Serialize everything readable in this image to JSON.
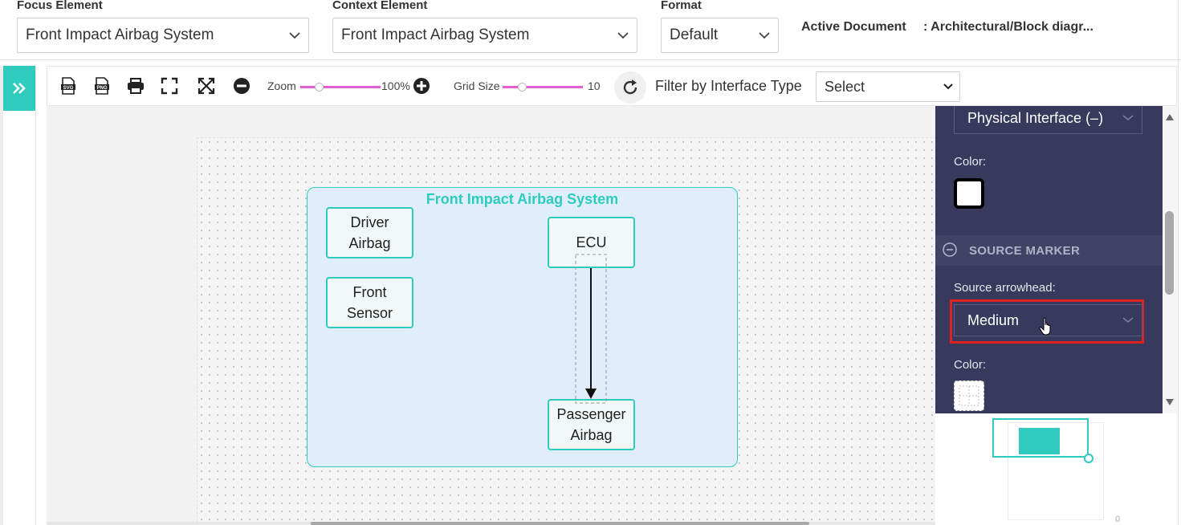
{
  "header": {
    "focus": {
      "label": "Focus Element",
      "value": "Front Impact Airbag System"
    },
    "context": {
      "label": "Context Element",
      "value": "Front Impact Airbag System"
    },
    "format": {
      "label": "Format",
      "value": "Default"
    },
    "active_document": {
      "label": "Active Document",
      "value": ": Architectural/Block diagr..."
    }
  },
  "toolbar": {
    "zoom_label": "Zoom",
    "zoom_value": "100%",
    "grid_label": "Grid Size",
    "grid_value": "10",
    "filter_label": "Filter by Interface Type",
    "filter_value": "Select",
    "icons": [
      "svg-export-icon",
      "png-export-icon",
      "print-icon",
      "fit-screen-icon",
      "expand-icon",
      "zoom-out-icon",
      "zoom-in-icon",
      "refresh-icon"
    ]
  },
  "diagram": {
    "system_title": "Front Impact Airbag System",
    "blocks": {
      "driver_airbag": {
        "line1": "Driver",
        "line2": "Airbag"
      },
      "front_sensor": {
        "line1": "Front",
        "line2": "Sensor"
      },
      "ecu": {
        "line1": "ECU"
      },
      "passenger_airbag": {
        "line1": "Passenger",
        "line2": "Airbag"
      }
    },
    "colors": {
      "accent": "#2fcbbf",
      "system_fill": "#dfeefa"
    }
  },
  "properties": {
    "interface_type": "Physical Interface (–)",
    "color_label_1": "Color:",
    "section_source_marker": "SOURCE MARKER",
    "source_arrowhead_label": "Source arrowhead:",
    "source_arrowhead_value": "Medium",
    "color_label_2": "Color:",
    "panel_color": "#373a5c"
  },
  "minimap": {
    "zero_label": "0"
  }
}
